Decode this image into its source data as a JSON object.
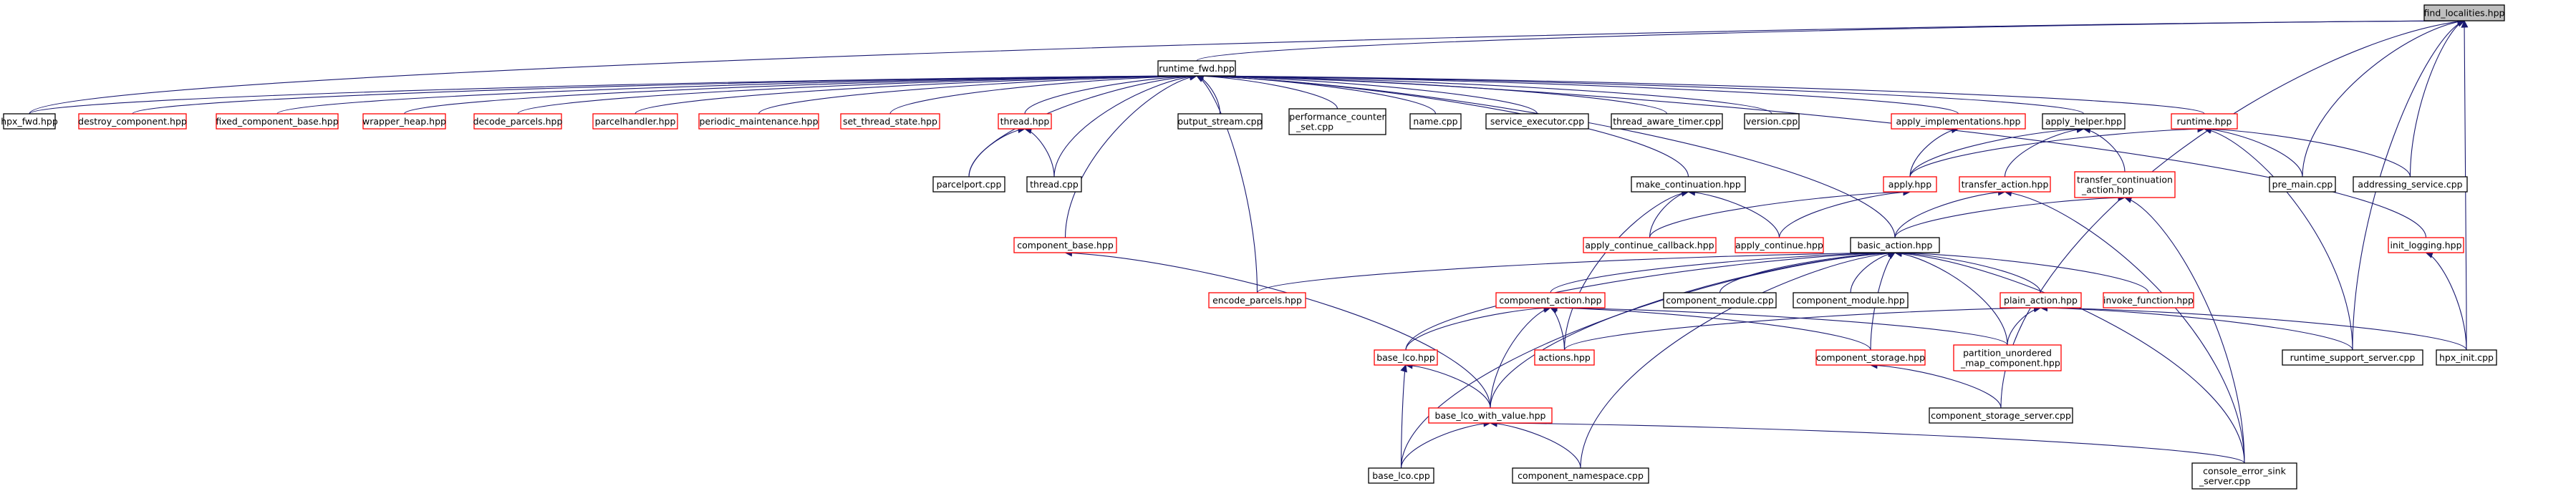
{
  "colors": {
    "background": "#ffffff",
    "edge": "#191970",
    "arrowhead": "#191970",
    "border_documented": "#000000",
    "border_undocumented": "#ff0000",
    "root_fill": "#bfbfbf"
  },
  "nodes": [
    {
      "id": "find_localities",
      "lines": [
        "find_localities.hpp"
      ],
      "border": "black",
      "root": true
    },
    {
      "id": "runtime_fwd",
      "lines": [
        "runtime_fwd.hpp"
      ],
      "border": "black"
    },
    {
      "id": "hpx_fwd",
      "lines": [
        "hpx_fwd.hpp"
      ],
      "border": "black"
    },
    {
      "id": "destroy_component",
      "lines": [
        "destroy_component.hpp"
      ],
      "border": "red"
    },
    {
      "id": "fixed_component_base",
      "lines": [
        "fixed_component_base.hpp"
      ],
      "border": "red"
    },
    {
      "id": "wrapper_heap",
      "lines": [
        "wrapper_heap.hpp"
      ],
      "border": "red"
    },
    {
      "id": "decode_parcels",
      "lines": [
        "decode_parcels.hpp"
      ],
      "border": "red"
    },
    {
      "id": "parcelhandler",
      "lines": [
        "parcelhandler.hpp"
      ],
      "border": "red"
    },
    {
      "id": "periodic_maintenance",
      "lines": [
        "periodic_maintenance.hpp"
      ],
      "border": "red"
    },
    {
      "id": "set_thread_state",
      "lines": [
        "set_thread_state.hpp"
      ],
      "border": "red"
    },
    {
      "id": "thread_hpp",
      "lines": [
        "thread.hpp"
      ],
      "border": "red"
    },
    {
      "id": "output_stream",
      "lines": [
        "output_stream.cpp"
      ],
      "border": "black"
    },
    {
      "id": "performance_counter_set",
      "lines": [
        "performance_counter",
        "_set.cpp"
      ],
      "border": "black"
    },
    {
      "id": "name_cpp",
      "lines": [
        "name.cpp"
      ],
      "border": "black"
    },
    {
      "id": "service_executor",
      "lines": [
        "service_executor.cpp"
      ],
      "border": "black"
    },
    {
      "id": "thread_aware_timer",
      "lines": [
        "thread_aware_timer.cpp"
      ],
      "border": "black"
    },
    {
      "id": "version_cpp",
      "lines": [
        "version.cpp"
      ],
      "border": "black"
    },
    {
      "id": "apply_implementations",
      "lines": [
        "apply_implementations.hpp"
      ],
      "border": "red"
    },
    {
      "id": "apply_helper",
      "lines": [
        "apply_helper.hpp"
      ],
      "border": "black"
    },
    {
      "id": "runtime_hpp",
      "lines": [
        "runtime.hpp"
      ],
      "border": "red"
    },
    {
      "id": "parcelport_cpp",
      "lines": [
        "parcelport.cpp"
      ],
      "border": "black"
    },
    {
      "id": "thread_cpp",
      "lines": [
        "thread.cpp"
      ],
      "border": "black"
    },
    {
      "id": "make_continuation",
      "lines": [
        "make_continuation.hpp"
      ],
      "border": "black"
    },
    {
      "id": "apply_hpp",
      "lines": [
        "apply.hpp"
      ],
      "border": "red"
    },
    {
      "id": "transfer_action",
      "lines": [
        "transfer_action.hpp"
      ],
      "border": "red"
    },
    {
      "id": "transfer_continuation_action",
      "lines": [
        "transfer_continuation",
        "_action.hpp"
      ],
      "border": "red"
    },
    {
      "id": "pre_main",
      "lines": [
        "pre_main.cpp"
      ],
      "border": "black"
    },
    {
      "id": "addressing_service",
      "lines": [
        "addressing_service.cpp"
      ],
      "border": "black"
    },
    {
      "id": "component_base",
      "lines": [
        "component_base.hpp"
      ],
      "border": "red"
    },
    {
      "id": "apply_continue_callback",
      "lines": [
        "apply_continue_callback.hpp"
      ],
      "border": "red"
    },
    {
      "id": "apply_continue",
      "lines": [
        "apply_continue.hpp"
      ],
      "border": "red"
    },
    {
      "id": "basic_action",
      "lines": [
        "basic_action.hpp"
      ],
      "border": "black"
    },
    {
      "id": "init_logging",
      "lines": [
        "init_logging.hpp"
      ],
      "border": "red"
    },
    {
      "id": "encode_parcels",
      "lines": [
        "encode_parcels.hpp"
      ],
      "border": "red"
    },
    {
      "id": "component_action",
      "lines": [
        "component_action.hpp"
      ],
      "border": "red"
    },
    {
      "id": "component_module_cpp",
      "lines": [
        "component_module.cpp"
      ],
      "border": "black"
    },
    {
      "id": "component_module_hpp",
      "lines": [
        "component_module.hpp"
      ],
      "border": "black"
    },
    {
      "id": "plain_action",
      "lines": [
        "plain_action.hpp"
      ],
      "border": "red"
    },
    {
      "id": "invoke_function",
      "lines": [
        "invoke_function.hpp"
      ],
      "border": "red"
    },
    {
      "id": "base_lco",
      "lines": [
        "base_lco.hpp"
      ],
      "border": "red"
    },
    {
      "id": "actions_hpp",
      "lines": [
        "actions.hpp"
      ],
      "border": "red"
    },
    {
      "id": "component_storage_hpp",
      "lines": [
        "component_storage.hpp"
      ],
      "border": "red"
    },
    {
      "id": "partition_unordered_map",
      "lines": [
        "partition_unordered",
        "_map_component.hpp"
      ],
      "border": "red"
    },
    {
      "id": "runtime_support_server",
      "lines": [
        "runtime_support_server.cpp"
      ],
      "border": "black"
    },
    {
      "id": "hpx_init",
      "lines": [
        "hpx_init.cpp"
      ],
      "border": "black"
    },
    {
      "id": "base_lco_with_value",
      "lines": [
        "base_lco_with_value.hpp"
      ],
      "border": "red"
    },
    {
      "id": "component_storage_server",
      "lines": [
        "component_storage_server.cpp"
      ],
      "border": "black"
    },
    {
      "id": "base_lco_cpp",
      "lines": [
        "base_lco.cpp"
      ],
      "border": "black"
    },
    {
      "id": "component_namespace",
      "lines": [
        "component_namespace.cpp"
      ],
      "border": "black"
    },
    {
      "id": "console_error_sink_server",
      "lines": [
        "console_error_sink",
        "_server.cpp"
      ],
      "border": "black"
    }
  ],
  "edges": [
    [
      "find_localities",
      "hpx_fwd"
    ],
    [
      "find_localities",
      "runtime_fwd"
    ],
    [
      "find_localities",
      "pre_main"
    ],
    [
      "find_localities",
      "addressing_service"
    ],
    [
      "find_localities",
      "runtime_support_server"
    ],
    [
      "find_localities",
      "hpx_init"
    ],
    [
      "find_localities",
      "component_storage_server"
    ],
    [
      "runtime_fwd",
      "hpx_fwd"
    ],
    [
      "runtime_fwd",
      "destroy_component"
    ],
    [
      "runtime_fwd",
      "fixed_component_base"
    ],
    [
      "runtime_fwd",
      "wrapper_heap"
    ],
    [
      "runtime_fwd",
      "decode_parcels"
    ],
    [
      "runtime_fwd",
      "parcelhandler"
    ],
    [
      "runtime_fwd",
      "periodic_maintenance"
    ],
    [
      "runtime_fwd",
      "set_thread_state"
    ],
    [
      "runtime_fwd",
      "thread_hpp"
    ],
    [
      "runtime_fwd",
      "output_stream"
    ],
    [
      "runtime_fwd",
      "performance_counter_set"
    ],
    [
      "runtime_fwd",
      "name_cpp"
    ],
    [
      "runtime_fwd",
      "service_executor"
    ],
    [
      "runtime_fwd",
      "thread_aware_timer"
    ],
    [
      "runtime_fwd",
      "version_cpp"
    ],
    [
      "runtime_fwd",
      "apply_implementations"
    ],
    [
      "runtime_fwd",
      "apply_helper"
    ],
    [
      "runtime_fwd",
      "runtime_hpp"
    ],
    [
      "runtime_fwd",
      "parcelport_cpp"
    ],
    [
      "runtime_fwd",
      "thread_cpp"
    ],
    [
      "runtime_fwd",
      "make_continuation"
    ],
    [
      "runtime_fwd",
      "component_base"
    ],
    [
      "runtime_fwd",
      "encode_parcels"
    ],
    [
      "runtime_fwd",
      "basic_action"
    ],
    [
      "runtime_fwd",
      "init_logging"
    ],
    [
      "thread_hpp",
      "parcelport_cpp"
    ],
    [
      "thread_hpp",
      "thread_cpp"
    ],
    [
      "apply_implementations",
      "apply_hpp"
    ],
    [
      "apply_helper",
      "apply_hpp"
    ],
    [
      "apply_helper",
      "transfer_action"
    ],
    [
      "apply_helper",
      "transfer_continuation_action"
    ],
    [
      "runtime_hpp",
      "apply_hpp"
    ],
    [
      "runtime_hpp",
      "pre_main"
    ],
    [
      "runtime_hpp",
      "addressing_service"
    ],
    [
      "runtime_hpp",
      "runtime_support_server"
    ],
    [
      "make_continuation",
      "apply_continue_callback"
    ],
    [
      "make_continuation",
      "apply_continue"
    ],
    [
      "make_continuation",
      "actions_hpp"
    ],
    [
      "apply_hpp",
      "apply_continue_callback"
    ],
    [
      "apply_hpp",
      "apply_continue"
    ],
    [
      "transfer_action",
      "basic_action"
    ],
    [
      "transfer_action",
      "console_error_sink_server"
    ],
    [
      "transfer_continuation_action",
      "basic_action"
    ],
    [
      "transfer_continuation_action",
      "console_error_sink_server"
    ],
    [
      "component_base",
      "base_lco_with_value"
    ],
    [
      "basic_action",
      "encode_parcels"
    ],
    [
      "basic_action",
      "component_action"
    ],
    [
      "basic_action",
      "component_module_cpp"
    ],
    [
      "basic_action",
      "component_module_hpp"
    ],
    [
      "basic_action",
      "plain_action"
    ],
    [
      "basic_action",
      "invoke_function"
    ],
    [
      "basic_action",
      "base_lco"
    ],
    [
      "basic_action",
      "base_lco_cpp"
    ],
    [
      "basic_action",
      "base_lco_with_value"
    ],
    [
      "basic_action",
      "component_storage_hpp"
    ],
    [
      "basic_action",
      "partition_unordered_map"
    ],
    [
      "basic_action",
      "component_namespace"
    ],
    [
      "basic_action",
      "console_error_sink_server"
    ],
    [
      "init_logging",
      "hpx_init"
    ],
    [
      "component_action",
      "base_lco"
    ],
    [
      "component_action",
      "actions_hpp"
    ],
    [
      "component_action",
      "base_lco_with_value"
    ],
    [
      "component_action",
      "component_storage_hpp"
    ],
    [
      "component_action",
      "partition_unordered_map"
    ],
    [
      "plain_action",
      "actions_hpp"
    ],
    [
      "plain_action",
      "partition_unordered_map"
    ],
    [
      "plain_action",
      "runtime_support_server"
    ],
    [
      "plain_action",
      "hpx_init"
    ],
    [
      "base_lco",
      "base_lco_with_value"
    ],
    [
      "base_lco",
      "base_lco_cpp"
    ],
    [
      "component_storage_hpp",
      "component_storage_server"
    ],
    [
      "base_lco_with_value",
      "base_lco_cpp"
    ],
    [
      "base_lco_with_value",
      "component_namespace"
    ],
    [
      "base_lco_with_value",
      "console_error_sink_server"
    ]
  ]
}
